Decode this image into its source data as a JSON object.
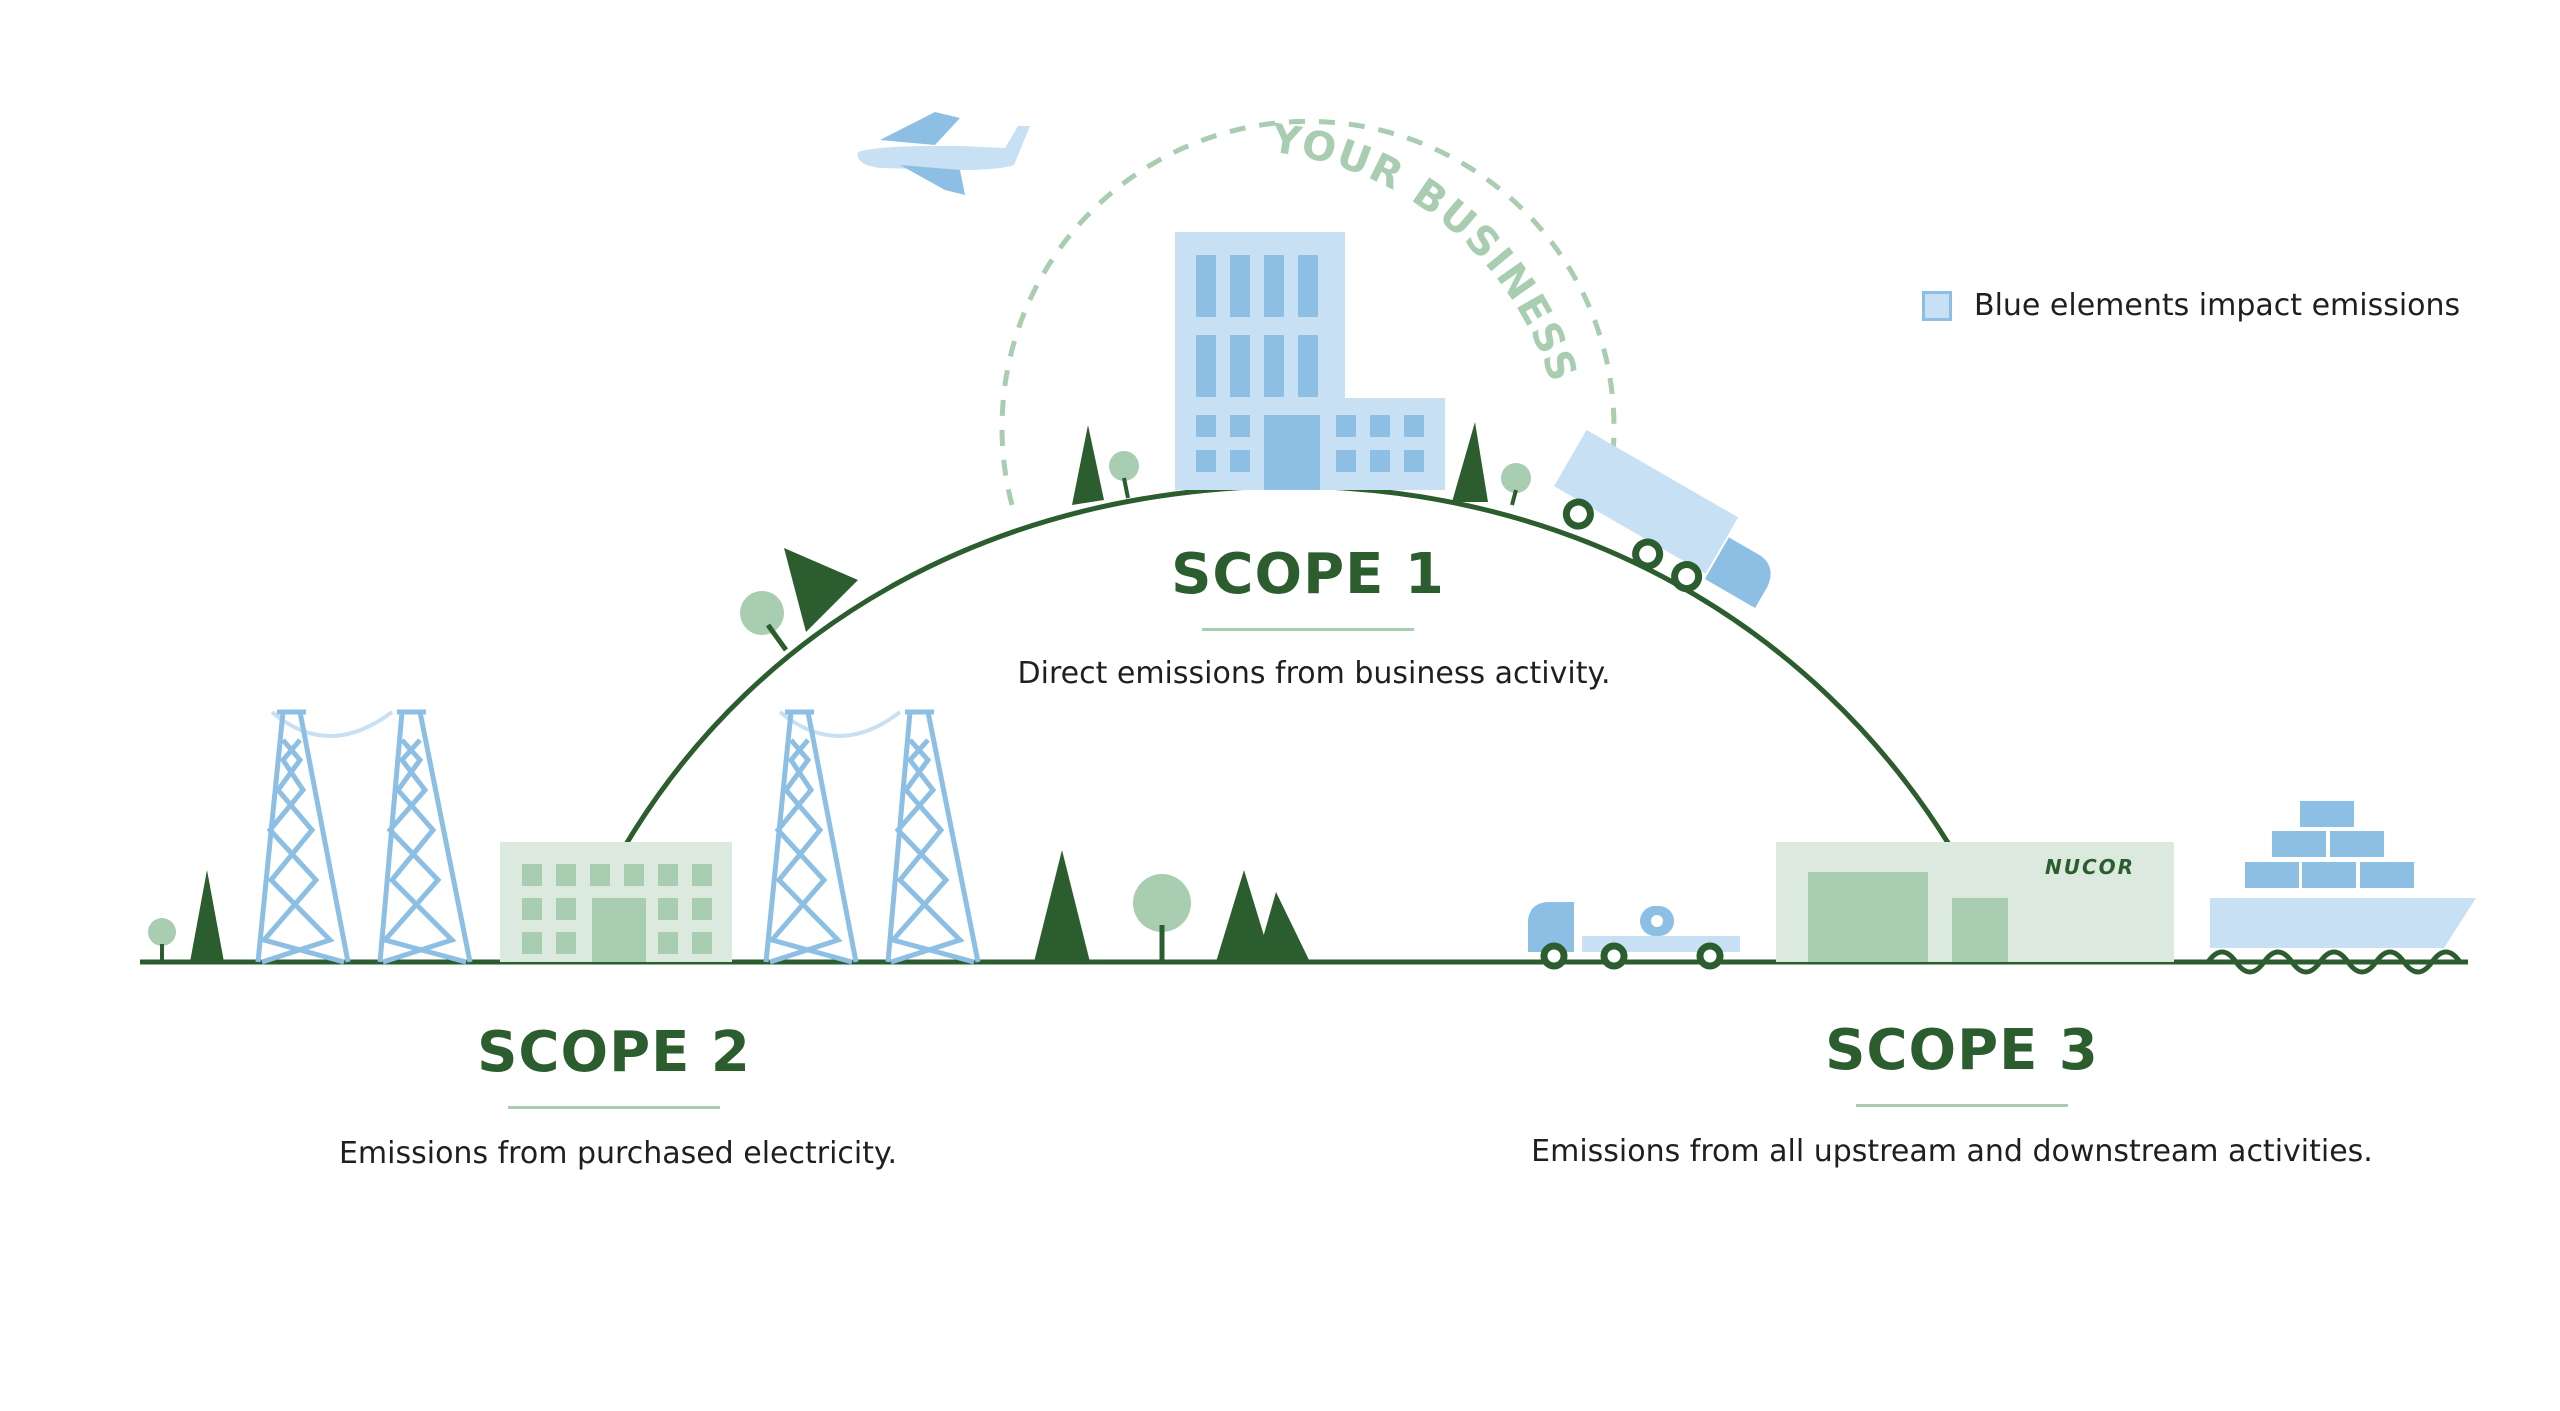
{
  "legend": {
    "text": "Blue elements impact emissions",
    "swatch_color": "#c7e0f3"
  },
  "arc_label": "YOUR BUSINESS",
  "brand_label": "NUCOR",
  "scopes": {
    "scope1": {
      "title": "SCOPE 1",
      "description": "Direct emissions from business activity."
    },
    "scope2": {
      "title": "SCOPE 2",
      "description": "Emissions from purchased electricity."
    },
    "scope3": {
      "title": "SCOPE 3",
      "description": "Emissions from all upstream  and downstream activities."
    }
  },
  "colors": {
    "dark_green": "#2b5d2e",
    "light_green": "#a9cdb0",
    "pale_green": "#dce9df",
    "blue": "#8cbfe3",
    "light_blue": "#c7e0f3"
  },
  "icons": [
    "airplane-icon",
    "office-building-icon",
    "truck-icon",
    "power-tower-icon",
    "factory-icon",
    "flatbed-truck-icon",
    "cargo-ship-icon",
    "tree-icon"
  ]
}
